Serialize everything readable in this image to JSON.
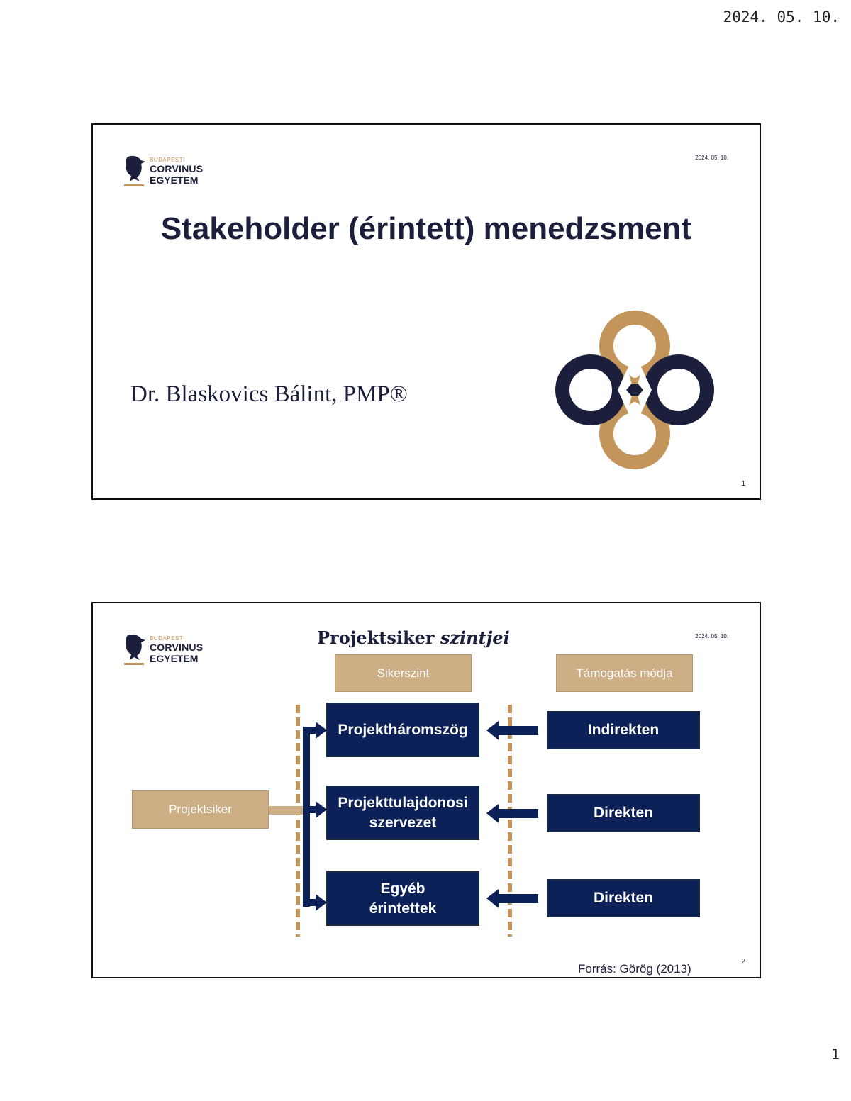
{
  "page": {
    "date": "2024. 05. 10.",
    "number": "1"
  },
  "logo": {
    "line1": "BUDAPESTI",
    "line2": "CORVINUS",
    "line3": "EGYETEM"
  },
  "colors": {
    "navy": "#1b1f3b",
    "gold": "#c4955a",
    "box_navy": "#0d2159",
    "tan": "#ceae84"
  },
  "slide1": {
    "date": "2024. 05. 10.",
    "title": "Stakeholder (érintett) menedzsment",
    "author": "Dr. Blaskovics Bálint, PMP®",
    "number": "1"
  },
  "slide2": {
    "date": "2024. 05. 10.",
    "title_main": "Projektsiker ",
    "title_italic": "szintjei",
    "header_left": "Sikerszint",
    "header_right": "Támogatás módja",
    "root": "Projektsiker",
    "levels": [
      {
        "level_line1": "Projektháromszög",
        "level_line2": "",
        "support": "Indirekten"
      },
      {
        "level_line1": "Projekttulajdonosi",
        "level_line2": "szervezet",
        "support": "Direkten"
      },
      {
        "level_line1": "Egyéb",
        "level_line2": "érintettek",
        "support": "Direkten"
      }
    ],
    "source": "Forrás: Görög (2013)",
    "number": "2"
  }
}
